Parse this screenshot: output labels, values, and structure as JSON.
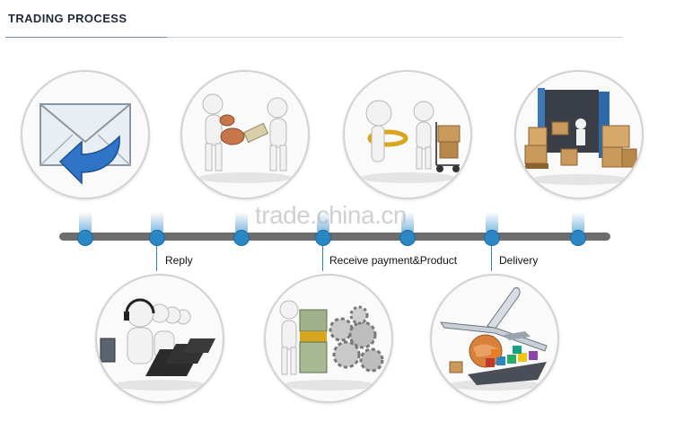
{
  "header": {
    "title": "TRADING  PROCESS"
  },
  "timeline": {
    "labels": {
      "reply": "Reply",
      "receive": "Receive payment&Product",
      "delivery": "Delivery"
    }
  },
  "watermark": "trade.china.cn",
  "steps": {
    "top": [
      "email-inquiry-icon",
      "negotiation-handshake-icon",
      "ring-gift-cart-icon",
      "container-warehouse-icon"
    ],
    "bottom": [
      "call-center-icon",
      "money-gears-icon",
      "airplane-globe-ship-icon"
    ]
  },
  "colors": {
    "accent": "#2b86c4",
    "line": "#6d6d6d",
    "title": "#1f2a36"
  }
}
